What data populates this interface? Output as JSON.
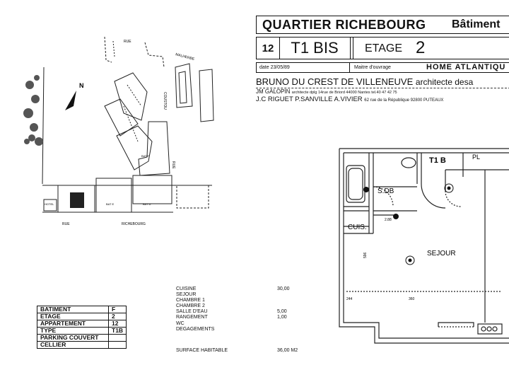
{
  "header": {
    "quartier": "QUARTIER RICHEBOURG",
    "batiment": "Bâtiment",
    "number": "12",
    "type": "T1 BIS",
    "etage_label": "ETAGE",
    "etage_value": "2",
    "date": "date 23/05/89",
    "maitre_label": "Maitre d'ouvrage",
    "maitre_value": "HOME ATLANTIQU"
  },
  "architects": {
    "line1_name": "BRUNO DU CREST DE VILLENEUVE",
    "line1_title": "architecte desa",
    "line2_name": "JM GALOPIN",
    "line2_detail": "architecte dplg   14rue de Briord   44000  Nantes  tel.40 47 42 75",
    "line3_name": "J.C RIGUET  P.SANVILLE  A.VIVIER",
    "line3_detail": "62 rue de la République 92800 PUTEAUX"
  },
  "site_plan": {
    "labels": {
      "rue_top": "RUE",
      "malherbe": "MALHERBE",
      "coustou": "COUSTOU",
      "rue_right": "RUE",
      "rue_bottom": "RUE",
      "richebourg": "RICHEBOURG",
      "bat_f": "BAT F",
      "bat_e": "BAT E",
      "bat_d": "BAT D",
      "hotel": "HOTEL",
      "north": "N"
    }
  },
  "info_table": [
    {
      "label": "BATIMENT",
      "value": "F"
    },
    {
      "label": "ETAGE",
      "value": "2"
    },
    {
      "label": "APPARTEMENT",
      "value": "12"
    },
    {
      "label": "TYPE",
      "value": "T1B"
    },
    {
      "label": "PARKING COUVERT",
      "value": ""
    },
    {
      "label": "CELLIER",
      "value": ""
    }
  ],
  "rooms": [
    {
      "name": "CUISINE",
      "area": "30,00"
    },
    {
      "name": "SEJOUR",
      "area": ""
    },
    {
      "name": "CHAMBRE 1",
      "area": ""
    },
    {
      "name": "CHAMBRE 2",
      "area": ""
    },
    {
      "name": "SALLE D'EAU",
      "area": "5,00"
    },
    {
      "name": "RANGEMENT",
      "area": "1,00"
    },
    {
      "name": "WC",
      "area": ""
    },
    {
      "name": "DEGAGEMENTS",
      "area": ""
    }
  ],
  "surface": {
    "label": "SURFACE HABITABLE",
    "value": "36,00 M2"
  },
  "floor_plan": {
    "labels": {
      "t1b": "T1 B",
      "pl": "PL",
      "sdb": "S.DB",
      "cuis": "CUIS.",
      "sejour": "SEJOUR",
      "dim1": "244",
      "dim2": "2.88",
      "dim3": "596",
      "dim4": "360"
    }
  }
}
